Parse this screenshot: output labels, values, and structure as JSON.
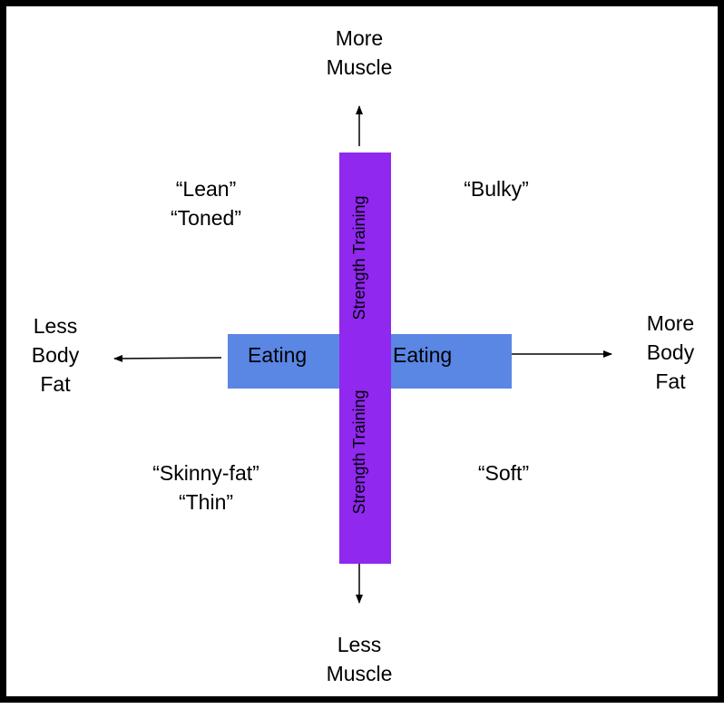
{
  "axes": {
    "top_label": "More\nMuscle",
    "bottom_label": "Less\nMuscle",
    "left_label": "Less\nBody\nFat",
    "right_label": "More\nBody\nFat"
  },
  "quadrants": {
    "top_left": "“Lean”\n“Toned”",
    "top_right": "“Bulky”",
    "bottom_left": "“Skinny-fat”\n“Thin”",
    "bottom_right": "“Soft”"
  },
  "bars": {
    "eating_left": "Eating",
    "eating_right": "Eating",
    "strength_top": "Strength Training",
    "strength_bottom": "Strength Training"
  },
  "colors": {
    "eating_bar": "#5a86e4",
    "strength_bar": "#9028ef",
    "border": "#000000"
  }
}
